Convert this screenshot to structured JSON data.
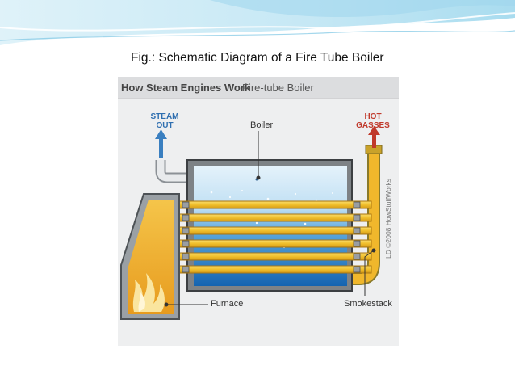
{
  "caption": "Fig.: Schematic Diagram of a Fire Tube Boiler",
  "figure": {
    "header_bold": "How Steam Engines Work",
    "header_light": "Fire-tube Boiler",
    "labels": {
      "steam_out": "STEAM OUT",
      "hot_gasses": "HOT GASSES",
      "boiler": "Boiler",
      "furnace": "Furnace",
      "smokestack": "Smokestack"
    },
    "credit": "LD ©2008 HowStuffWorks"
  },
  "colors": {
    "slide_wave_light": "#d6eef7",
    "slide_wave_mid": "#8fcde6",
    "water_top": "#cfe8f7",
    "water_bottom": "#1f7ac4",
    "tube": "#f2c232",
    "tube_edge": "#c8951a",
    "furnace": "#f0b63a",
    "steam_arrow": "#3a7fc0",
    "hot_arrow": "#c0392b"
  }
}
